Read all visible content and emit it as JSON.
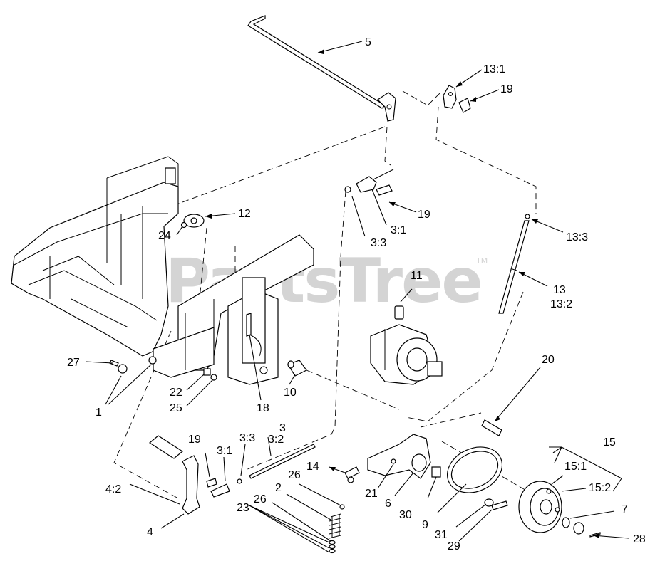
{
  "watermark": {
    "brand": "PartsTree",
    "trademark": "TM"
  },
  "callouts": {
    "c5": "5",
    "c13_1": "13:1",
    "c19_top": "19",
    "c12": "12",
    "c24": "24",
    "c19_mid": "19",
    "c3_1_mid": "3:1",
    "c3_3_mid": "3:3",
    "c13_3": "13:3",
    "c13": "13",
    "c13_2": "13:2",
    "c11": "11",
    "c27": "27",
    "c22": "22",
    "c25": "25",
    "c1": "1",
    "c18": "18",
    "c10": "10",
    "c20": "20",
    "c15": "15",
    "c15_1": "15:1",
    "c15_2": "15:2",
    "c7": "7",
    "c28": "28",
    "c19_low": "19",
    "c3_1_low": "3:1",
    "c3_3_low": "3:3",
    "c3": "3",
    "c3_2": "3:2",
    "c14": "14",
    "c26_a": "26",
    "c26_b": "26",
    "c2": "2",
    "c23": "23",
    "c21": "21",
    "c6": "6",
    "c30": "30",
    "c9": "9",
    "c31": "31",
    "c29": "29",
    "c4_2": "4:2",
    "c4": "4"
  }
}
